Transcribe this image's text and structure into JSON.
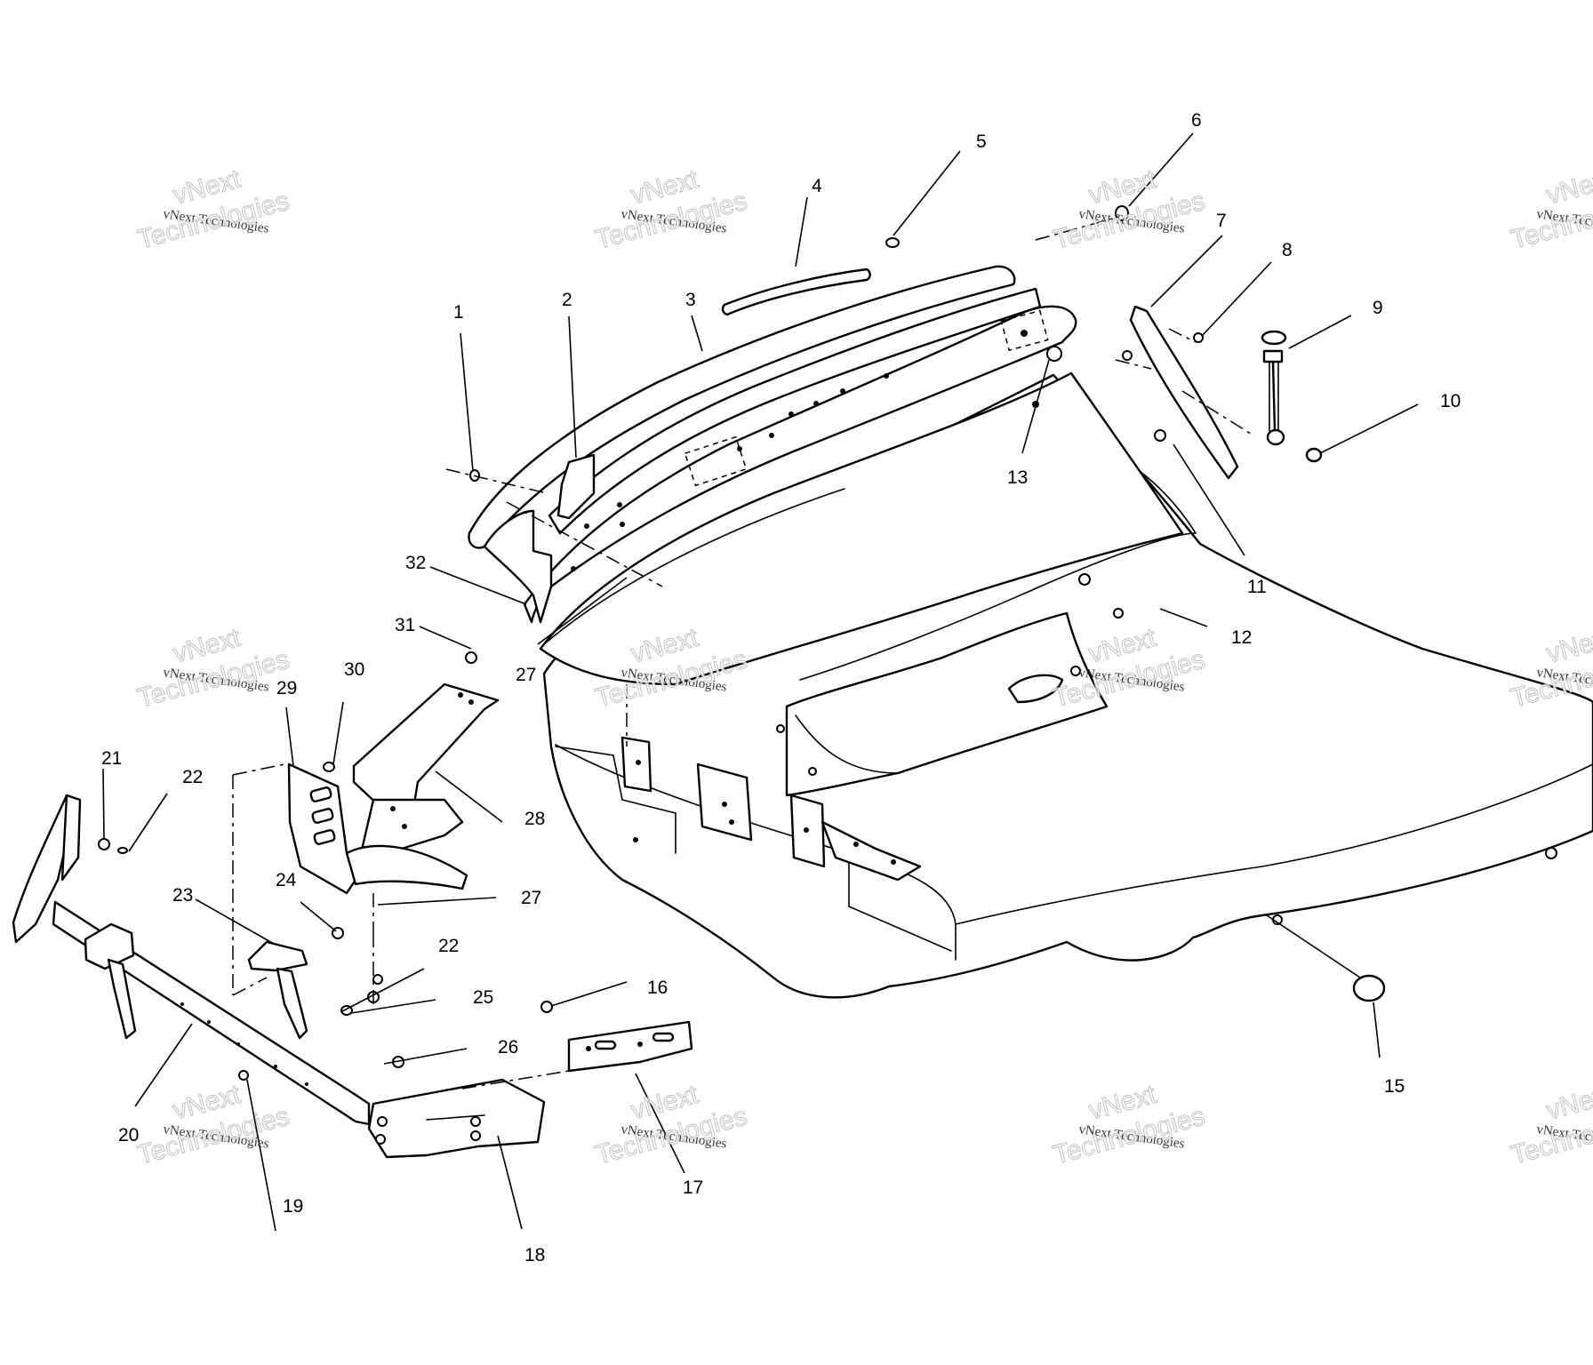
{
  "diagram": {
    "callouts": [
      "1",
      "2",
      "3",
      "4",
      "5",
      "6",
      "7",
      "8",
      "9",
      "10",
      "11",
      "12",
      "13",
      "15",
      "16",
      "17",
      "18",
      "19",
      "20",
      "21",
      "22",
      "22",
      "23",
      "24",
      "25",
      "26",
      "27",
      "27",
      "28",
      "29",
      "30",
      "31",
      "32"
    ],
    "watermark": {
      "top_line": "vNext",
      "middle_line": "vNext Technologies",
      "bottom_line": "Technologies"
    }
  }
}
